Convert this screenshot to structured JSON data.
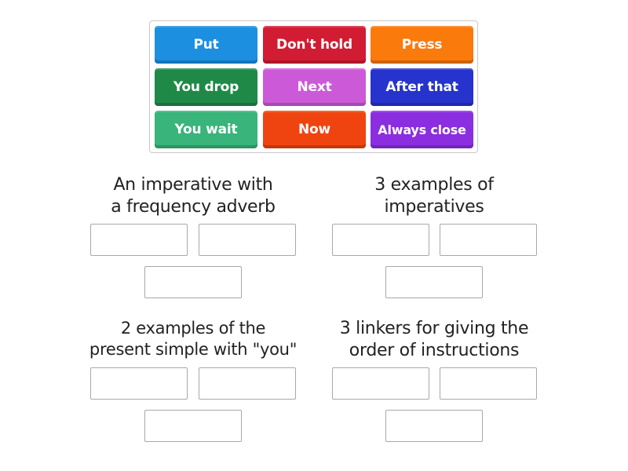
{
  "word_bank": {
    "tiles": [
      {
        "label": "Put",
        "color": "#1c8fe0"
      },
      {
        "label": "Don't hold",
        "color": "#d21c33"
      },
      {
        "label": "Press",
        "color": "#fb7a0c"
      },
      {
        "label": "You drop",
        "color": "#1f8a48"
      },
      {
        "label": "Next",
        "color": "#cc5ad8"
      },
      {
        "label": "After that",
        "color": "#2633cc"
      },
      {
        "label": "You wait",
        "color": "#39b47a"
      },
      {
        "label": "Now",
        "color": "#f04410"
      },
      {
        "label": "Always close",
        "color": "#8b2ee0"
      }
    ]
  },
  "groups": [
    {
      "title_line1": "An imperative with",
      "title_line2": "a frequency adverb",
      "slots": 3
    },
    {
      "title_line1": "3 examples of",
      "title_line2": "imperatives",
      "slots": 3
    },
    {
      "title_line1": "2 examples of the",
      "title_line2": "present simple with \"you\"",
      "slots": 3
    },
    {
      "title_line1": "3 linkers for giving the",
      "title_line2": "order of instructions",
      "slots": 3
    }
  ]
}
